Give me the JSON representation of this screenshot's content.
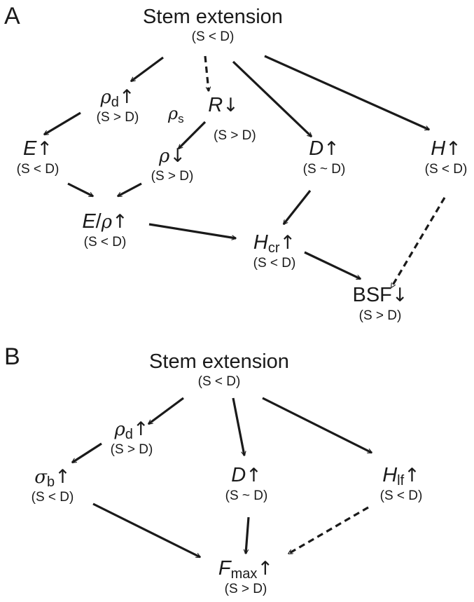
{
  "panels": [
    {
      "label": "A",
      "nodes": {
        "stem": {
          "title": "Stem extension",
          "rel": "(S < D)"
        },
        "rho_d": {
          "symbol": "ρ",
          "sub": "d",
          "arrow": "↑",
          "rel": "(S > D)"
        },
        "R": {
          "symbol": "R",
          "arrow": "↓",
          "rel": "(S > D)"
        },
        "rho_s": {
          "symbol": "ρ",
          "sub": "s"
        },
        "D": {
          "symbol": "D",
          "arrow": "↑",
          "rel": "(S ~ D)"
        },
        "H": {
          "symbol": "H",
          "arrow": "↑",
          "rel": "(S < D)"
        },
        "E": {
          "symbol": "E",
          "arrow": "↑",
          "rel": "(S < D)"
        },
        "rho": {
          "symbol": "ρ",
          "arrow": "↓",
          "rel": "(S > D)"
        },
        "E_rho": {
          "symbol": "E",
          "slash": "/",
          "symbol2": "ρ",
          "arrow": "↑",
          "rel": "(S < D)"
        },
        "H_cr": {
          "symbol": "H",
          "sub": "cr",
          "arrow": "↑",
          "rel": "(S < D)"
        },
        "BSF": {
          "title": "BSF",
          "arrow": "↓",
          "rel": "(S > D)"
        }
      }
    },
    {
      "label": "B",
      "nodes": {
        "stem": {
          "title": "Stem extension",
          "rel": "(S < D)"
        },
        "rho_d": {
          "symbol": "ρ",
          "sub": "d",
          "arrow": "↑",
          "rel": "(S > D)"
        },
        "sigma_b": {
          "symbol": "σ",
          "sub": "b",
          "arrow": "↑",
          "rel": "(S < D)"
        },
        "D": {
          "symbol": "D",
          "arrow": "↑",
          "rel": "(S ~ D)"
        },
        "H_lf": {
          "symbol": "H",
          "sub": "lf",
          "arrow": "↑",
          "rel": "(S < D)"
        },
        "F_max": {
          "symbol": "F",
          "sub": "max",
          "arrow": "↑",
          "rel": "(S > D)"
        }
      }
    }
  ],
  "edges": [
    {
      "panel": "A",
      "from": "stem",
      "to": "rho_d",
      "style": "solid"
    },
    {
      "panel": "A",
      "from": "stem",
      "to": "R",
      "style": "dashed"
    },
    {
      "panel": "A",
      "from": "stem",
      "to": "D",
      "style": "solid"
    },
    {
      "panel": "A",
      "from": "stem",
      "to": "H",
      "style": "solid"
    },
    {
      "panel": "A",
      "from": "rho_d",
      "to": "E",
      "style": "solid"
    },
    {
      "panel": "A",
      "from": "R",
      "to": "rho",
      "style": "solid"
    },
    {
      "panel": "A",
      "from": "E",
      "to": "E_rho",
      "style": "solid"
    },
    {
      "panel": "A",
      "from": "rho",
      "to": "E_rho",
      "style": "solid"
    },
    {
      "panel": "A",
      "from": "E_rho",
      "to": "H_cr",
      "style": "solid"
    },
    {
      "panel": "A",
      "from": "D",
      "to": "H_cr",
      "style": "solid"
    },
    {
      "panel": "A",
      "from": "H_cr",
      "to": "BSF",
      "style": "solid"
    },
    {
      "panel": "A",
      "from": "H",
      "to": "BSF",
      "style": "dashed"
    },
    {
      "panel": "B",
      "from": "stem",
      "to": "rho_d",
      "style": "solid"
    },
    {
      "panel": "B",
      "from": "stem",
      "to": "D",
      "style": "solid"
    },
    {
      "panel": "B",
      "from": "stem",
      "to": "H_lf",
      "style": "solid"
    },
    {
      "panel": "B",
      "from": "rho_d",
      "to": "sigma_b",
      "style": "solid"
    },
    {
      "panel": "B",
      "from": "sigma_b",
      "to": "F_max",
      "style": "solid"
    },
    {
      "panel": "B",
      "from": "D",
      "to": "F_max",
      "style": "solid"
    },
    {
      "panel": "B",
      "from": "H_lf",
      "to": "F_max",
      "style": "dashed"
    }
  ],
  "colors": {
    "ink": "#1a1a1a"
  }
}
